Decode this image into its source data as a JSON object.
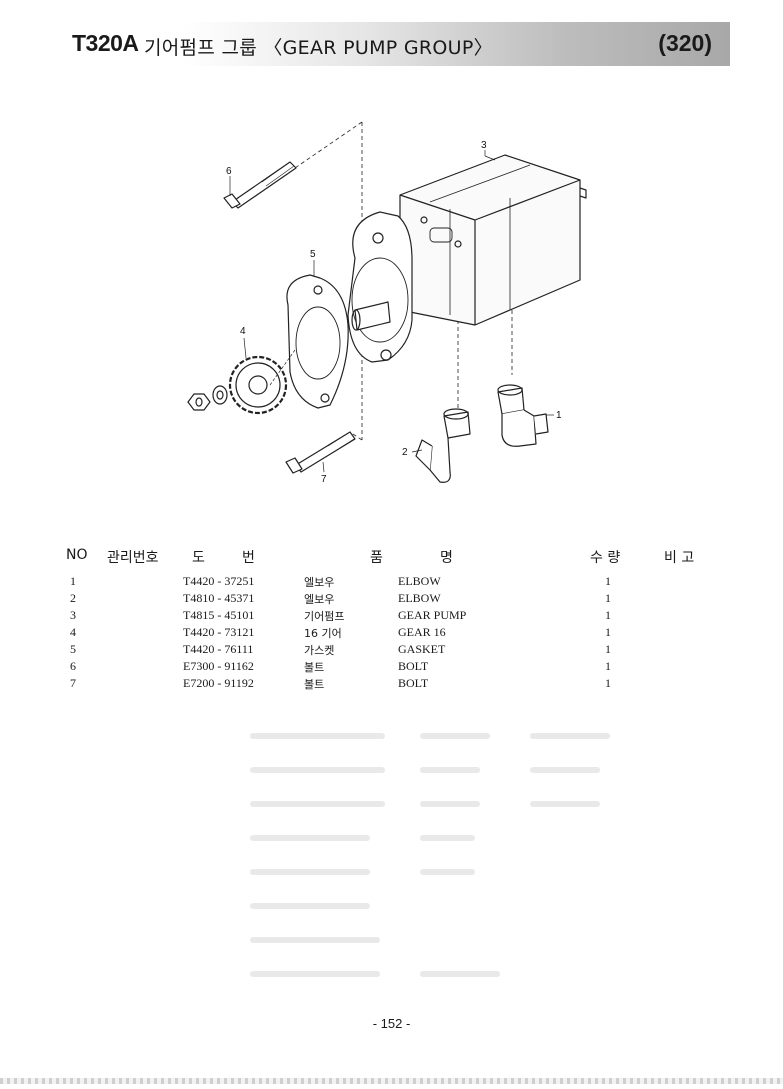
{
  "header": {
    "model": "T320A",
    "title": "기어펌프 그룹 〈GEAR PUMP GROUP〉",
    "section_code": "(320)"
  },
  "diagram": {
    "callouts": [
      "1",
      "2",
      "3",
      "4",
      "5",
      "6",
      "7"
    ]
  },
  "table": {
    "columns": {
      "no": "NO",
      "mgmt": "관리번호",
      "do": "도",
      "beon": "번",
      "pum": "품",
      "myeong": "명",
      "qty": "수 량",
      "remarks": "비 고"
    },
    "rows": [
      {
        "no": "1",
        "part": "T4420 - 37251",
        "kor": "엘보우",
        "eng": "ELBOW",
        "qty": "1"
      },
      {
        "no": "2",
        "part": "T4810 - 45371",
        "kor": "엘보우",
        "eng": "ELBOW",
        "qty": "1"
      },
      {
        "no": "3",
        "part": "T4815 - 45101",
        "kor": "기어펌프",
        "eng": "GEAR PUMP",
        "qty": "1"
      },
      {
        "no": "4",
        "part": "T4420 - 73121",
        "kor": "16 기어",
        "eng": "GEAR 16",
        "qty": "1"
      },
      {
        "no": "5",
        "part": "T4420 - 76111",
        "kor": "가스켓",
        "eng": "GASKET",
        "qty": "1"
      },
      {
        "no": "6",
        "part": "E7300 - 91162",
        "kor": "볼트",
        "eng": "BOLT",
        "qty": "1"
      },
      {
        "no": "7",
        "part": "E7200 - 91192",
        "kor": "볼트",
        "eng": "BOLT",
        "qty": "1"
      }
    ]
  },
  "footer": {
    "page": "- 152 -"
  }
}
